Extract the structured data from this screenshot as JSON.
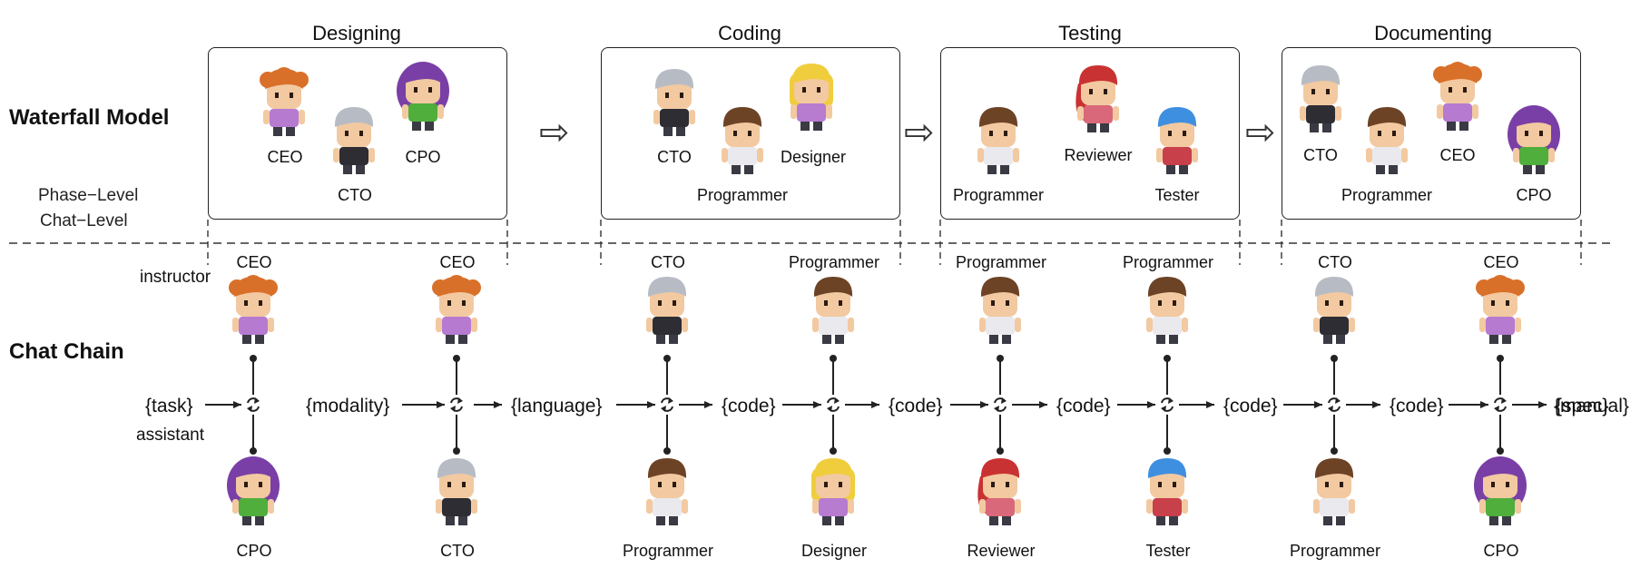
{
  "row_labels": {
    "waterfall": "Waterfall Model",
    "chat_chain": "Chat Chain"
  },
  "levels": {
    "phase": "Phase−Level",
    "chat": "Chat−Level"
  },
  "side_roles": {
    "instructor": "instructor",
    "assistant": "assistant"
  },
  "phases": [
    {
      "title": "Designing",
      "roles": [
        "CEO",
        "CTO",
        "CPO"
      ]
    },
    {
      "title": "Coding",
      "roles": [
        "CTO",
        "Programmer",
        "Designer"
      ]
    },
    {
      "title": "Testing",
      "roles": [
        "Programmer",
        "Reviewer",
        "Tester"
      ]
    },
    {
      "title": "Documenting",
      "roles": [
        "CTO",
        "Programmer",
        "CEO",
        "CPO"
      ]
    }
  ],
  "chat_chain": {
    "artifacts": [
      "{task}",
      "{modality}",
      "{language}",
      "{code}",
      "{code}",
      "{code}",
      "{code}",
      "{code}",
      "{spec}",
      "{manual}"
    ],
    "chats": [
      {
        "instructor": "CEO",
        "assistant": "CPO"
      },
      {
        "instructor": "CEO",
        "assistant": "CTO"
      },
      {
        "instructor": "CTO",
        "assistant": "Programmer"
      },
      {
        "instructor": "Programmer",
        "assistant": "Designer"
      },
      {
        "instructor": "Programmer",
        "assistant": "Reviewer"
      },
      {
        "instructor": "Programmer",
        "assistant": "Tester"
      },
      {
        "instructor": "CTO",
        "assistant": "Programmer"
      },
      {
        "instructor": "CEO",
        "assistant": "CPO"
      }
    ]
  },
  "colors": {
    "CEO": {
      "hair": "#d9702a",
      "shirt": "#b67ad0"
    },
    "CTO": {
      "hair": "#b7bcc4",
      "shirt": "#2d2d33"
    },
    "CPO": {
      "hair": "#7a3fa6",
      "shirt": "#4fae3c"
    },
    "Programmer": {
      "hair": "#6d4326",
      "shirt": "#e9e9ee"
    },
    "Designer": {
      "hair": "#f0cd3c",
      "shirt": "#b77bd0"
    },
    "Reviewer": {
      "hair": "#c93232",
      "shirt": "#d9687a"
    },
    "Tester": {
      "hair": "#3f8fe0",
      "shirt": "#c8404a"
    },
    "skin": "#f2c9a0",
    "line": "#222222"
  }
}
